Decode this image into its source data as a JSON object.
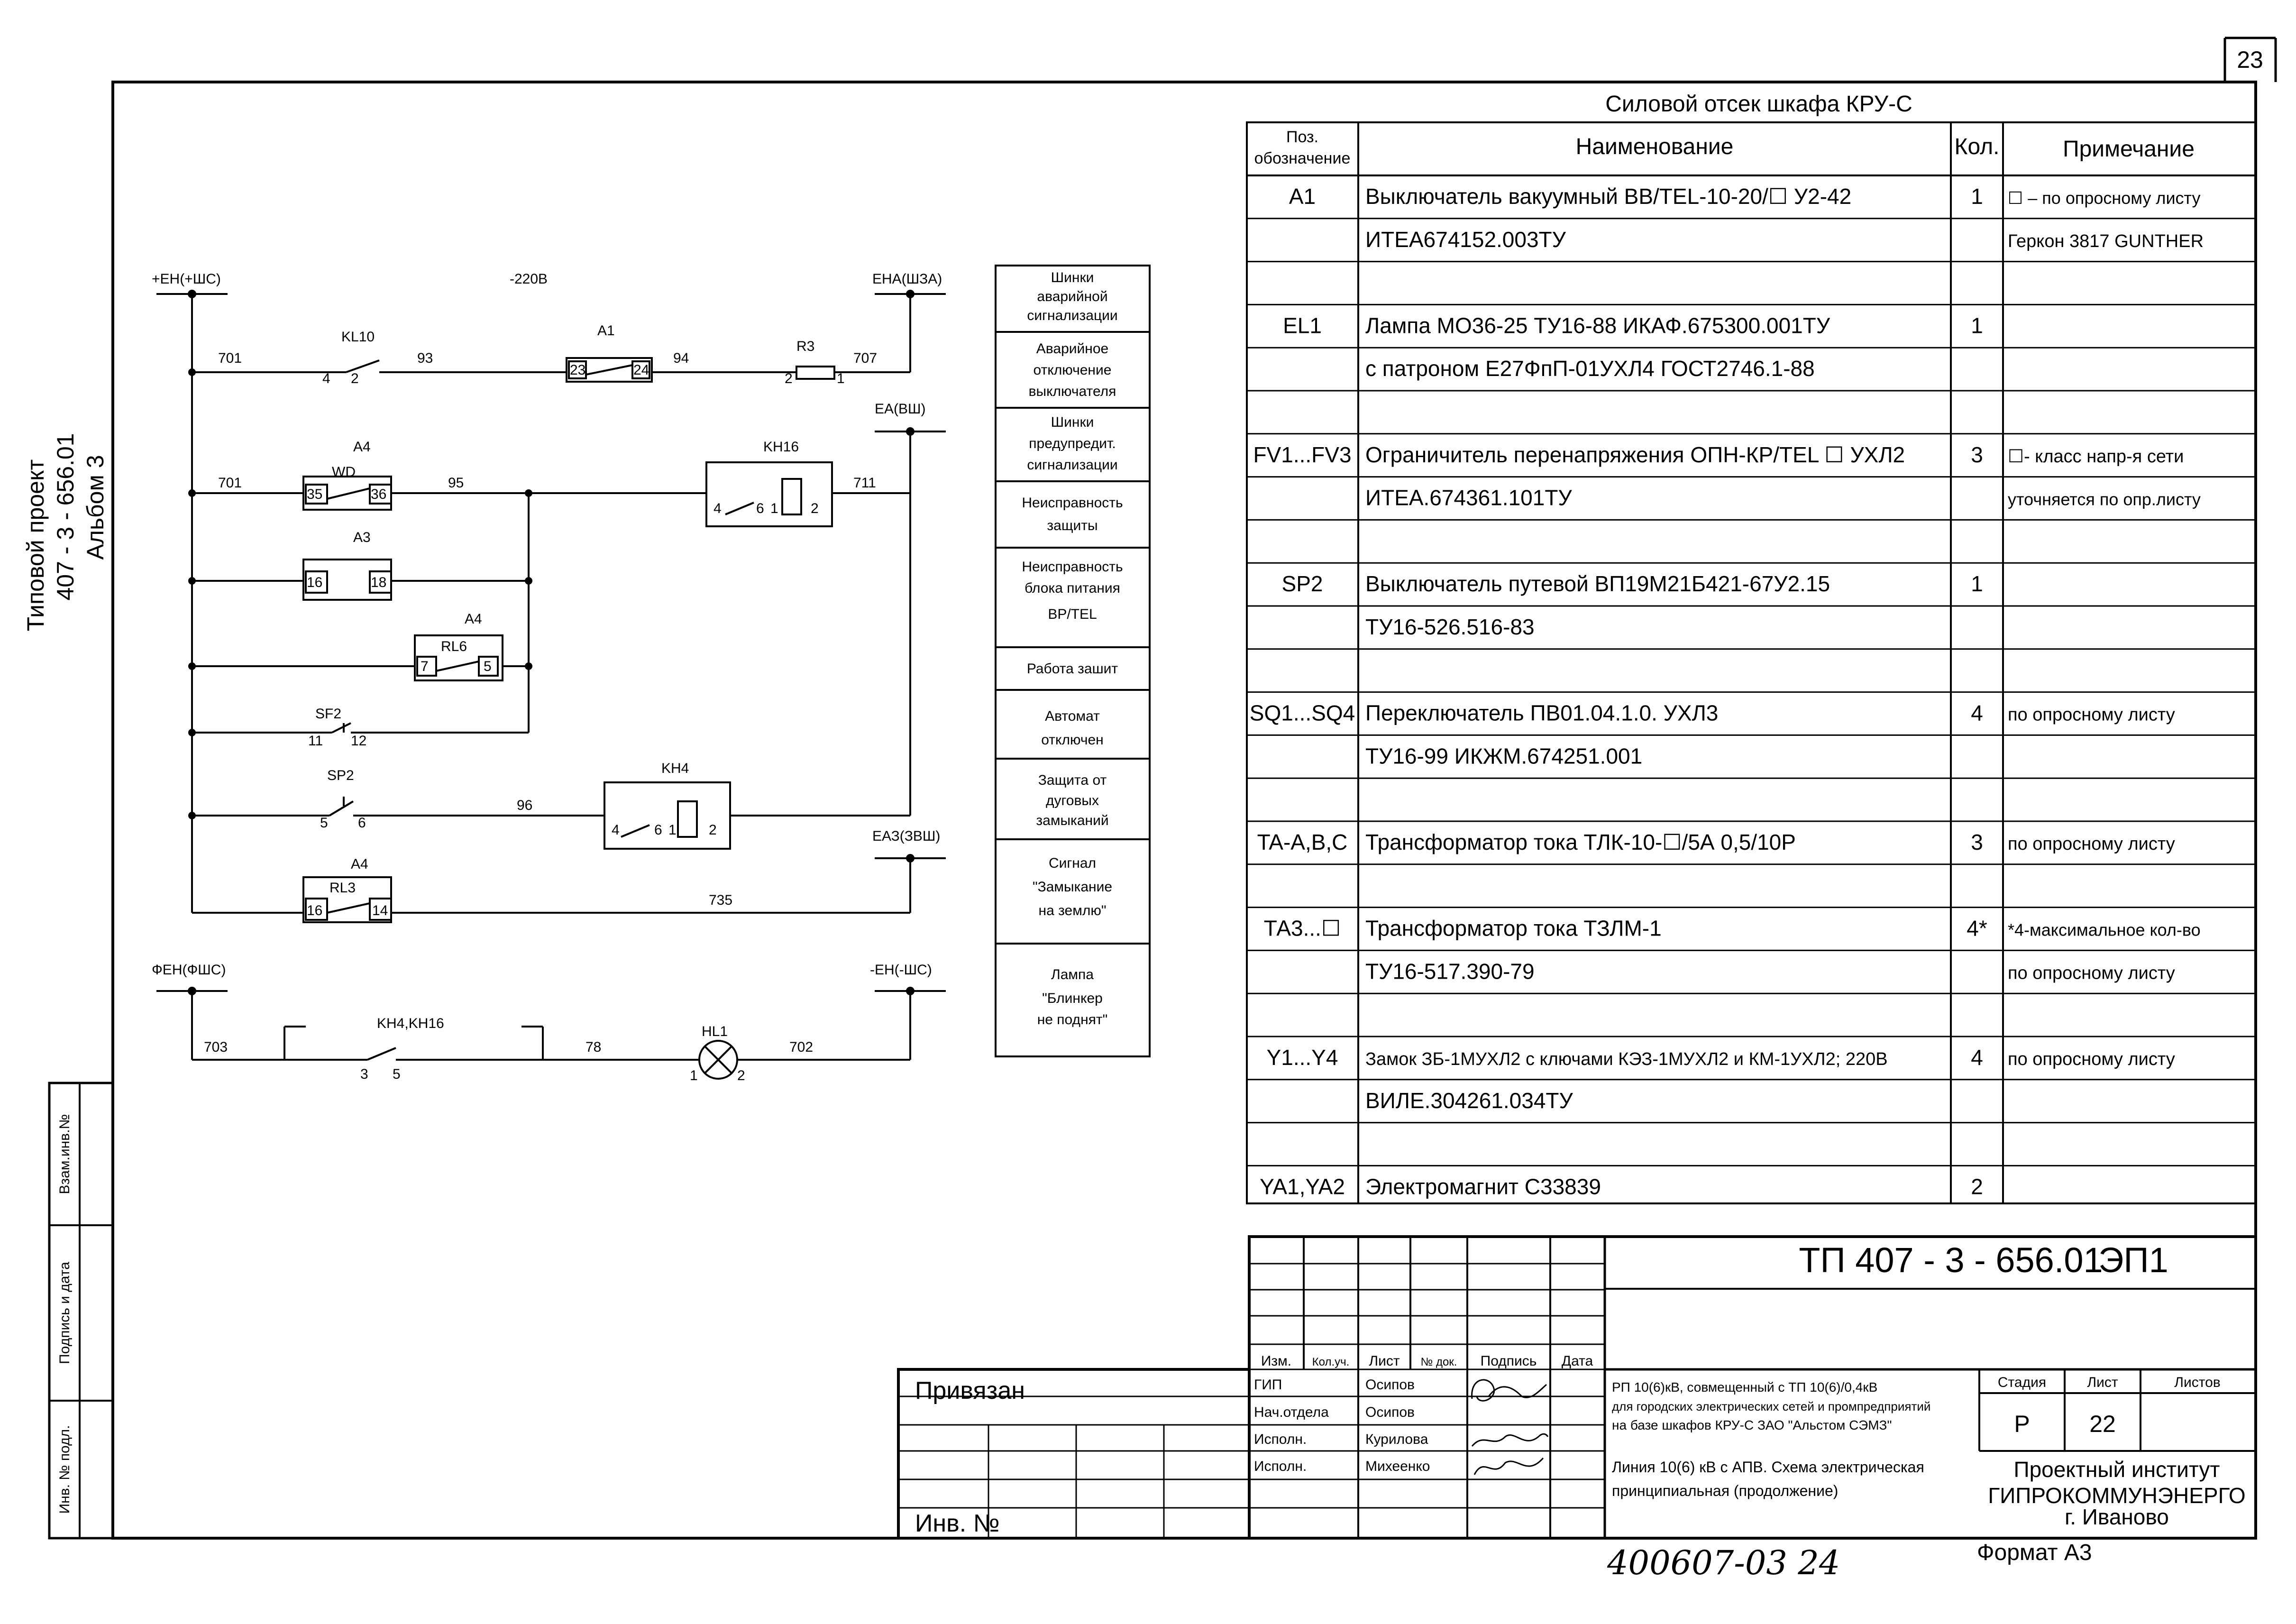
{
  "sheet": {
    "page_number": "23",
    "left_label_line1": "Типовой проект",
    "left_label_line2": "407 - 3 - 656.01",
    "left_label_line3": "Альбом 3",
    "side_fields": [
      "Взам.инв.№",
      "Подпись и дата",
      "Инв. № подл."
    ],
    "stamp_bottom": "400607-03  24",
    "format": "Формат А3"
  },
  "schematic": {
    "buses": {
      "top_left": "+ЕН(+ШС)",
      "voltage": "-220В",
      "top_right": "ЕНА(ШЗА)",
      "right_mid": "ЕА(ВШ)",
      "right_low": "ЕАЗ(ЗВШ)",
      "bottom_left": "ФЕН(ФШС)",
      "bottom_right": "-ЕН(-ШС)"
    },
    "components": {
      "KL10": "KL10",
      "A1": "A1",
      "R3": "R3",
      "A4_1": "A4",
      "WD": "WD",
      "KH16": "KH16",
      "A3": "A3",
      "A4_2": "A4",
      "RL6": "RL6",
      "SF2": "SF2",
      "SP2": "SP2",
      "KH4": "KH4",
      "A4_3": "A4",
      "RL3": "RL3",
      "KH4KH16": "KH4,KH16",
      "HL1": "HL1"
    },
    "wires": {
      "w701a": "701",
      "w93": "93",
      "w94": "94",
      "w707": "707",
      "w701b": "701",
      "w95": "95",
      "w711": "711",
      "w96": "96",
      "w735": "735",
      "w703": "703",
      "w78": "78",
      "w702": "702"
    },
    "pins": {
      "kl10_a": "4",
      "kl10_b": "2",
      "a1_a": "23",
      "a1_b": "24",
      "r3_a": "2",
      "r3_b": "1",
      "wd_a": "35",
      "wd_b": "36",
      "kh16_a": "4",
      "kh16_b": "6",
      "kh16_c": "1",
      "kh16_d": "2",
      "a3_a": "16",
      "a3_b": "18",
      "rl6_a": "7",
      "rl6_b": "5",
      "sf2_a": "11",
      "sf2_b": "12",
      "sp2_a": "5",
      "sp2_b": "6",
      "kh4_a": "4",
      "kh4_b": "6",
      "kh4_c": "1",
      "kh4_d": "2",
      "rl3_a": "16",
      "rl3_b": "14",
      "kk_a": "3",
      "kk_b": "5",
      "hl_a": "1",
      "hl_b": "2"
    },
    "legend": [
      [
        "Шинки",
        "аварийной",
        "сигнализации"
      ],
      [
        "Аварийное",
        "отключение",
        "выключателя"
      ],
      [
        "Шинки",
        "предупредит.",
        "сигнализации"
      ],
      [
        "Неисправность",
        "защиты"
      ],
      [
        "Неисправность",
        "блока питания",
        "BP/TEL"
      ],
      [
        "Работа зашит"
      ],
      [
        "Автомат",
        "отключен"
      ],
      [
        "Защита от",
        "дуговых",
        "замыканий"
      ],
      [
        "Сигнал",
        "\"Замыкание",
        "на землю\""
      ],
      [
        "Лампа",
        "\"Блинкер",
        "не поднят\""
      ]
    ]
  },
  "spec": {
    "title": "Силовой отсек шкафа КРУ-С",
    "headers": {
      "pos_line1": "Поз.",
      "pos_line2": "обозначение",
      "name": "Наименование",
      "qty": "Кол.",
      "note": "Примечание"
    },
    "rows": [
      {
        "pos": "A1",
        "name": "Выключатель вакуумный BB/TEL-10-20/☐ У2-42",
        "qty": "1",
        "note": "☐ – по опросному листу"
      },
      {
        "pos": "",
        "name": "ИТЕА674152.003ТУ",
        "qty": "",
        "note": "Геркон 3817 GUNTHER"
      },
      {
        "pos": "",
        "name": "",
        "qty": "",
        "note": ""
      },
      {
        "pos": "EL1",
        "name": "Лампа МО36-25 ТУ16-88 ИКАФ.675300.001ТУ",
        "qty": "1",
        "note": ""
      },
      {
        "pos": "",
        "name": "с патроном Е27ФпП-01УХЛ4  ГОСТ2746.1-88",
        "qty": "",
        "note": ""
      },
      {
        "pos": "",
        "name": "",
        "qty": "",
        "note": ""
      },
      {
        "pos": "FV1...FV3",
        "name": "Ограничитель перенапряжения ОПН-КР/TEL ☐ УХЛ2",
        "qty": "3",
        "note": "☐- класс напр-я сети"
      },
      {
        "pos": "",
        "name": "ИТЕА.674361.101ТУ",
        "qty": "",
        "note": "уточняется по опр.листу"
      },
      {
        "pos": "",
        "name": "",
        "qty": "",
        "note": ""
      },
      {
        "pos": "SP2",
        "name": "Выключатель путевой ВП19М21Б421-67У2.15",
        "qty": "1",
        "note": ""
      },
      {
        "pos": "",
        "name": "ТУ16-526.516-83",
        "qty": "",
        "note": ""
      },
      {
        "pos": "",
        "name": "",
        "qty": "",
        "note": ""
      },
      {
        "pos": "SQ1...SQ4",
        "name": "Переключатель ПВ01.04.1.0. УХЛ3",
        "qty": "4",
        "note": "по опросному листу"
      },
      {
        "pos": "",
        "name": "ТУ16-99 ИКЖМ.674251.001",
        "qty": "",
        "note": ""
      },
      {
        "pos": "",
        "name": "",
        "qty": "",
        "note": ""
      },
      {
        "pos": "TA-A,B,C",
        "name": "Трансформатор тока  ТЛК-10-☐/5А  0,5/10Р",
        "qty": "3",
        "note": "по опросному листу"
      },
      {
        "pos": "",
        "name": "",
        "qty": "",
        "note": ""
      },
      {
        "pos": "ТА3...☐",
        "name": "Трансформатор тока ТЗЛМ-1",
        "qty": "4*",
        "note": "*4-максимальное кол-во"
      },
      {
        "pos": "",
        "name": "ТУ16-517.390-79",
        "qty": "",
        "note": "по опросному листу"
      },
      {
        "pos": "",
        "name": "",
        "qty": "",
        "note": ""
      },
      {
        "pos": "Y1...Y4",
        "name": "Замок ЗБ-1МУХЛ2 с ключами КЭЗ-1МУХЛ2 и КМ-1УХЛ2; 220В",
        "qty": "4",
        "note": "по опросному листу"
      },
      {
        "pos": "",
        "name": "ВИЛЕ.304261.034ТУ",
        "qty": "",
        "note": ""
      },
      {
        "pos": "",
        "name": "",
        "qty": "",
        "note": ""
      },
      {
        "pos": "YA1,YA2",
        "name": "Электромагнит  С33839",
        "qty": "2",
        "note": ""
      }
    ]
  },
  "title_block": {
    "doc_code": "ТП 407 - 3 - 656.01",
    "doc_mark": "ЭП1",
    "header_cells": [
      "Изм.",
      "Кол.уч.",
      "Лист",
      "№ док.",
      "Подпись",
      "Дата"
    ],
    "roles": [
      "ГИП",
      "Нач.отдела",
      "Исполн.",
      "Исполн."
    ],
    "names": [
      "Осипов",
      "Осипов",
      "Курилова",
      "Михеенко"
    ],
    "project_line1": "РП 10(6)кВ, совмещенный с ТП 10(6)/0,4кВ",
    "project_line2": "для городских электрических сетей и промпредприятий",
    "project_line3": "на базе шкафов КРУ-С ЗАО \"Альстом СЭМЗ\"",
    "sheet_line1": "Линия 10(6) кВ с АПВ. Схема электрическая",
    "sheet_line2": "принципиальная (продолжение)",
    "stage_label": "Стадия",
    "sheet_label": "Лист",
    "sheets_label": "Листов",
    "stage": "Р",
    "sheet": "22",
    "org_line1": "Проектный институт",
    "org_line2": "ГИПРОКОММУНЭНЕРГО",
    "org_line3": "г. Иваново",
    "bound_label": "Привязан",
    "inv_label": "Инв. №"
  }
}
